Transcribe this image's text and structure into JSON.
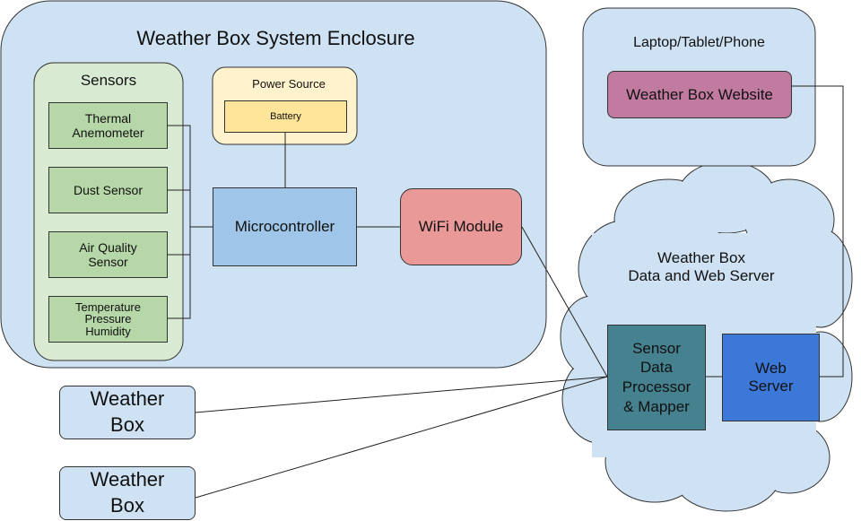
{
  "diagram": {
    "enclosure": {
      "title": "Weather Box System Enclosure"
    },
    "sensors": {
      "title": "Sensors",
      "items": [
        "Thermal\nAnemometer",
        "Dust Sensor",
        "Air Quality\nSensor",
        "Temperature\nPressure\nHumidity"
      ]
    },
    "power": {
      "title": "Power Source",
      "battery": "Battery"
    },
    "microcontroller": "Microcontroller",
    "wifi": "WiFi Module",
    "device": {
      "title": "Laptop/Tablet/Phone",
      "website": "Weather Box Website"
    },
    "server": {
      "title": "Weather Box\nData and Web Server",
      "processor": "Sensor\nData\nProcessor\n& Mapper",
      "web": "Web\nServer"
    },
    "weather_boxes": [
      "Weather\nBox",
      "Weather\nBox"
    ],
    "colors": {
      "enclosure_fill": "#cfe2f3",
      "sensor_fill": "#b6d7a8",
      "sensor_group_fill": "#d9ead3",
      "power_fill": "#fff2cc",
      "battery_fill": "#ffe599",
      "micro_fill": "#9fc5e8",
      "wifi_fill": "#ea9999",
      "website_fill": "#c27ba0",
      "processor_fill": "#45818e",
      "web_server_fill": "#3c78d8"
    }
  }
}
